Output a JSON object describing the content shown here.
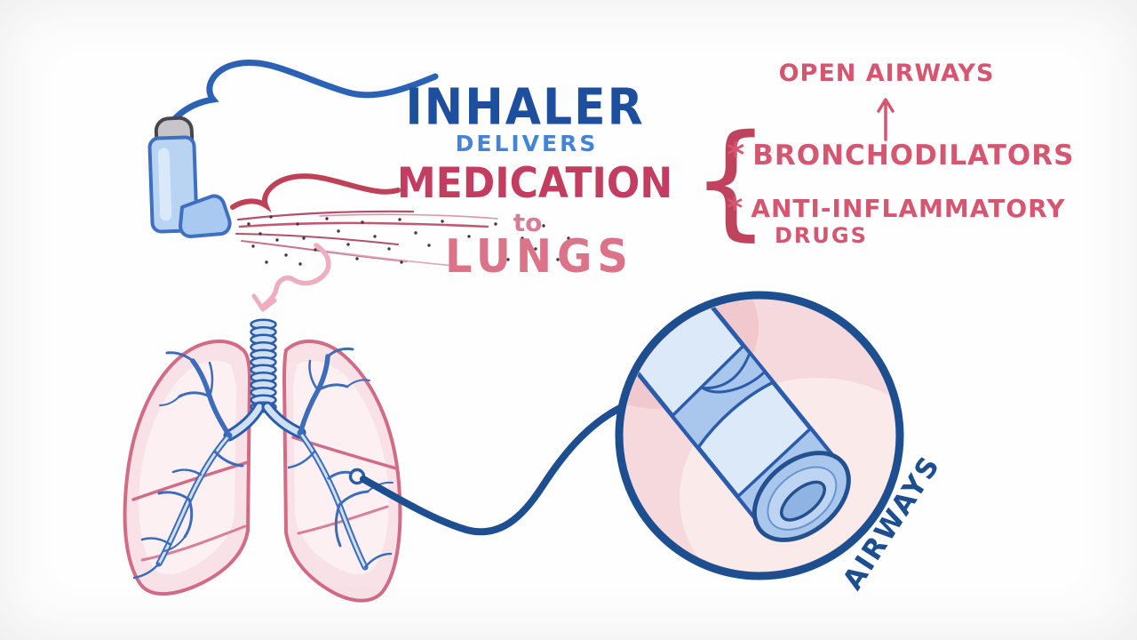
{
  "headline": {
    "inhaler": "INHALER",
    "delivers": "DELIVERS",
    "medication": "MEDICATION",
    "to": "to",
    "lungs": "LUNGS"
  },
  "medication_list": {
    "brace": "{",
    "result_label": "OPEN AIRWAYS",
    "items": [
      {
        "marker": "*",
        "label": "BRONCHODILATORS",
        "label2": ""
      },
      {
        "marker": "*",
        "label": "ANTI-INFLAMMATORY",
        "label2": "DRUGS"
      }
    ]
  },
  "zoom_inset": {
    "label": "AIRWAYS"
  },
  "icons": {
    "inhaler": "inhaler-illustration",
    "spray": "spray-mist",
    "lungs": "lungs-illustration",
    "airway_tube": "airway-tube-illustration",
    "arrow_up": "arrow-up-icon",
    "arrow_down": "curved-arrow-down-icon"
  },
  "palette": {
    "title_blue": "#1e4f9e",
    "delivers_blue": "#4484d4",
    "medication_red": "#c23d60",
    "to_pink": "#d97d95",
    "lungs_pink": "#db7389",
    "annotation_rose": "#d45671",
    "navy_outline": "#1d4e90",
    "lung_fill": "#f8e2e8",
    "lung_stroke": "#d26b86",
    "bronchi_blue": "#3c6cba",
    "tube_light_blue": "#dce9f8",
    "tube_band_blue": "#a9c6ec"
  }
}
